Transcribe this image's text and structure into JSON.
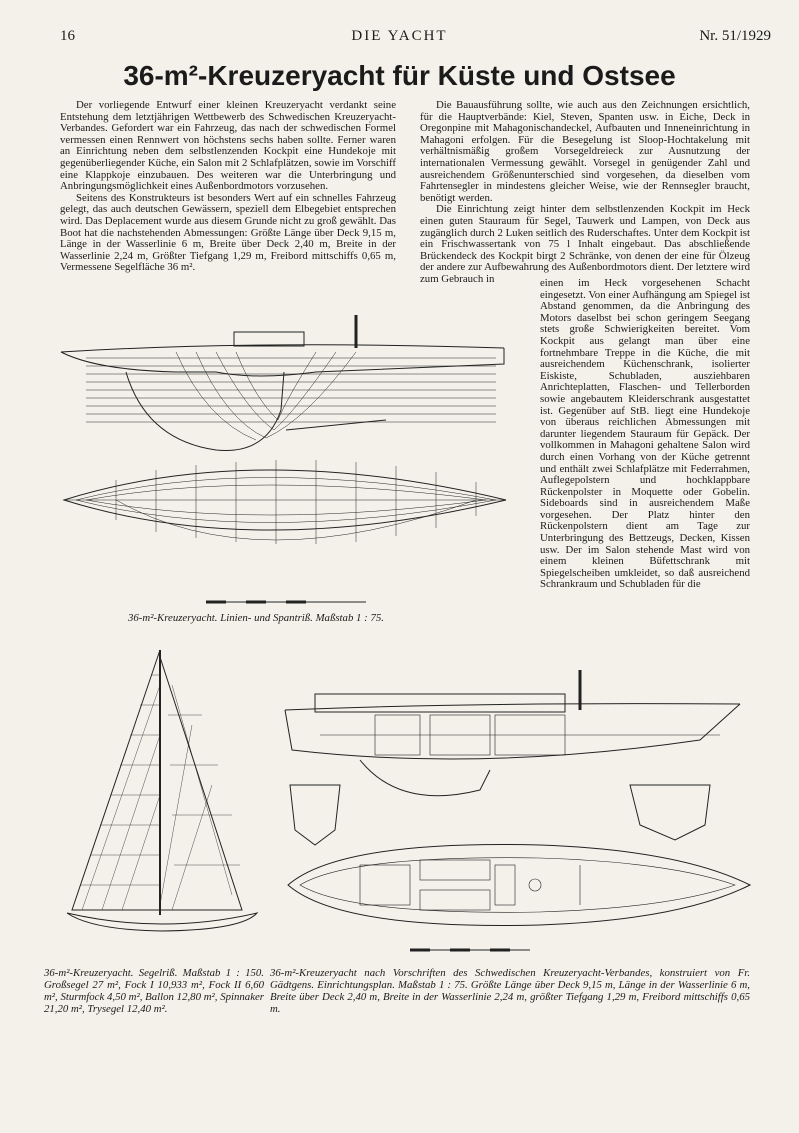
{
  "header": {
    "page_number": "16",
    "magazine": "DIE YACHT",
    "issue": "Nr. 51/1929"
  },
  "title": "36-m²-Kreuzeryacht für Küste und Ostsee",
  "text": {
    "left_p1": "Der vorliegende Entwurf einer kleinen Kreuzeryacht verdankt seine Entstehung dem letztjährigen Wettbewerb des Schwedischen Kreuzeryacht-Verbandes. Gefordert war ein Fahrzeug, das nach der schwedischen Formel vermessen einen Rennwert von höchstens sechs haben sollte. Ferner waren an Einrichtung neben dem selbstlenzenden Kockpit eine Hundekoje mit gegenüberliegender Küche, ein Salon mit 2 Schlafplätzen, sowie im Vorschiff eine Klappkoje einzubauen. Des weiteren war die Unterbringung und Anbringungsmöglichkeit eines Außenbordmotors vorzusehen.",
    "left_p2": "Seitens des Konstrukteurs ist besonders Wert auf ein schnelles Fahrzeug gelegt, das auch deutschen Gewässern, speziell dem Elbegebiet entsprechen wird. Das Deplacement wurde aus diesem Grunde nicht zu groß gewählt. Das Boot hat die nachstehenden Abmessungen: Größte Länge über Deck 9,15 m, Länge in der Wasserlinie 6 m, Breite über Deck 2,40 m, Breite in der Wasserlinie 2,24 m, Größter Tiefgang 1,29 m, Freibord mittschiffs 0,65 m, Vermessene Segelfläche 36 m².",
    "right_p1": "Die Bauausführung sollte, wie auch aus den Zeichnungen ersichtlich, für die Hauptverbände: Kiel, Steven, Spanten usw. in Eiche, Deck in Oregonpine mit Mahagonischandeckel, Aufbauten und Inneneinrichtung in Mahagoni erfolgen. Für die Besegelung ist Sloop-Hochtakelung mit verhältnismäßig großem Vorsegeldreieck zur Ausnutzung der internationalen Vermessung gewählt. Vorsegel in genügender Zahl und ausreichendem Größenunterschied sind vorgesehen, da dieselben vom Fahrtensegler in mindestens gleicher Weise, wie der Rennsegler braucht, benötigt werden.",
    "right_p2a": "Die Einrichtung zeigt hinter dem selbstlenzenden Kockpit im Heck einen guten Stauraum für Segel, Tauwerk und Lampen, von Deck aus zugänglich durch 2 Luken seitlich des Ruderschaftes. Unter dem Kockpit ist ein Frischwassertank von 75 l Inhalt eingebaut. Das abschließende Brückendeck des Kockpit birgt 2 Schränke, von denen der eine für Ölzeug der andere zur Aufbewahrung des Außenbordmotors dient. Der letztere wird zum Gebrauch in",
    "right_p2b": "einen im Heck vorgesehenen Schacht eingesetzt. Von einer Aufhängung am Spiegel ist Abstand genommen, da die Anbringung des Motors daselbst bei schon geringem Seegang stets große Schwierigkeiten bereitet. Vom Kockpit aus gelangt man über eine fortnehmbare Treppe in die Küche, die mit ausreichendem Küchenschrank, isolierter Eiskiste, Schubladen, ausziehbaren Anrichteplatten, Flaschen- und Tellerborden sowie angebautem Kleiderschrank ausgestattet ist. Gegenüber auf StB. liegt eine Hundekoje von überaus reichlichen Abmessungen mit darunter liegendem Stauraum für Gepäck. Der vollkommen in Mahagoni gehaltene Salon wird durch einen Vorhang von der Küche getrennt und enthält zwei Schlafplätze mit Federrahmen, Auflegepolstern und hochklappbare Rückenpolster in Moquette oder Gobelin. Sideboards sind in ausreichendem Maße vorgesehen. Der Platz hinter den Rückenpolstern dient am Tage zur Unterbringung des Bettzeugs, Decken, Kissen usw. Der im Salon stehende Mast wird von einem kleinen Büfettschrank mit Spiegelscheiben umkleidet, so daß ausreichend Schrankraum und Schubladen für die"
  },
  "captions": {
    "lines": "36-m²-Kreuzeryacht. Linien- und Spantriß. Maßstab 1 : 75.",
    "sail": "36-m²-Kreuzeryacht. Segelriß. Maßstab 1 : 150. Großsegel 27 m², Fock I 10,933 m², Fock II 6,60 m², Sturmfock 4,50 m², Ballon 12,80 m², Spinnaker 21,20 m², Trysegel 12,40 m².",
    "plan": "36-m²-Kreuzeryacht nach Vorschriften des Schwedischen Kreuzeryacht-Verbandes, konstruiert von Fr. Gädtgens. Einrichtungsplan. Maßstab 1 : 75. Größte Länge über Deck 9,15 m, Länge in der Wasserlinie 6 m, Breite über Deck 2,40 m, Breite in der Wasserlinie 2,24 m, größter Tiefgang 1,29 m, Freibord mittschiffs 0,65 m."
  },
  "colors": {
    "paper": "#f3f1ea",
    "ink": "#1b1b1b"
  }
}
